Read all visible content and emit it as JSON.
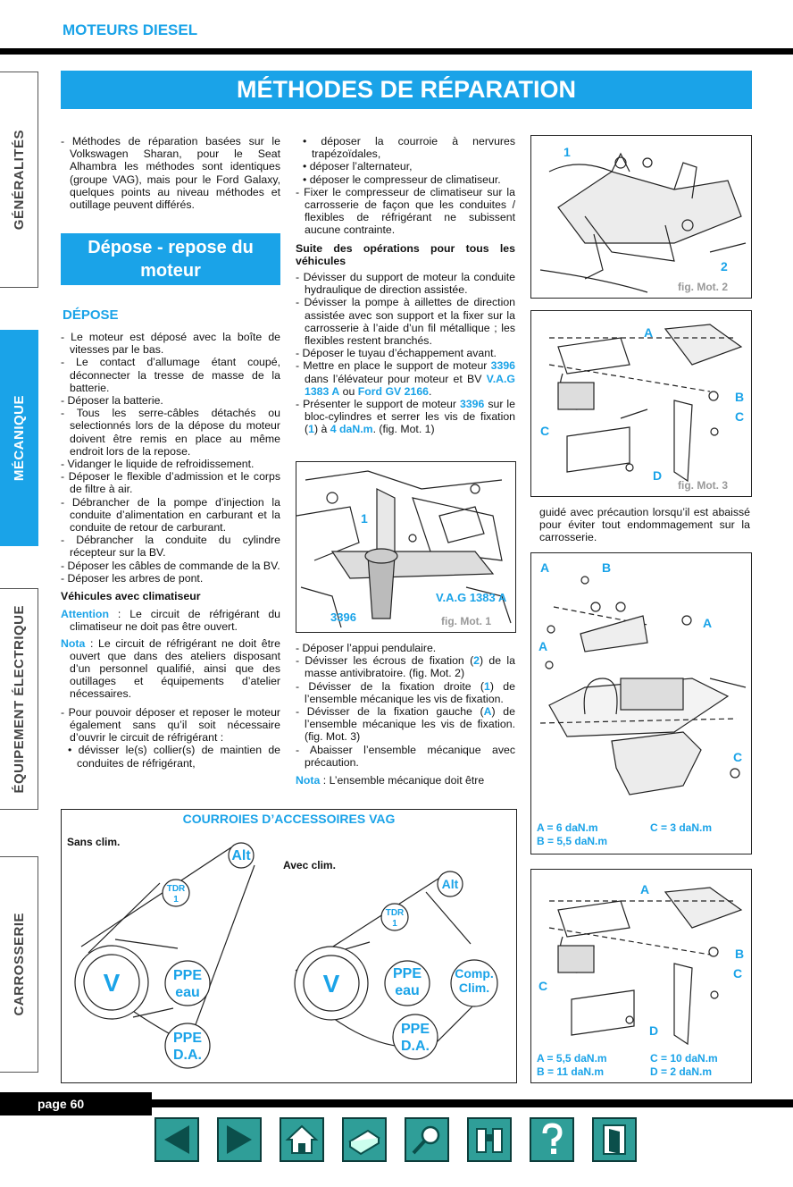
{
  "header": {
    "section": "MOTEURS DIESEL",
    "title": "MÉTHODES DE RÉPARATION",
    "page": "page 60"
  },
  "tabs": [
    "GÉNÉRALITÉS",
    "MÉCANIQUE",
    "ÉQUIPEMENT ÉLECTRIQUE",
    "CARROSSERIE"
  ],
  "col1": {
    "intro": "- Méthodes de réparation basées sur le Volkswagen Sharan, pour le Seat Alhambra les méthodes sont identiques (groupe VAG), mais pour le Ford Galaxy, quelques points au niveau méthodes et outillage peuvent différés.",
    "section_title": "Dépose - repose du moteur",
    "subtitle": "DÉPOSE",
    "steps": [
      "- Le moteur est déposé avec la boîte de vitesses par le bas.",
      "- Le contact d’allumage étant coupé, déconnecter la tresse de masse de la batterie.",
      "- Déposer la batterie.",
      "- Tous les serre-câbles détachés ou selectionnés lors de la dépose du moteur doivent être remis en place au même endroit lors de la repose.",
      "- Vidanger le liquide de refroidissement.",
      "- Déposer le flexible d’admission et le corps de filtre à air.",
      "- Débrancher de la pompe d’injection la conduite d’alimentation en carburant et la conduite de retour de carburant.",
      "- Débrancher la conduite du cylindre récepteur sur la BV.",
      "- Déposer les câbles de commande de la BV.",
      "- Déposer les arbres de pont."
    ],
    "clim_heading": "Véhicules avec climatiseur",
    "attention_label": "Attention",
    "attention_text": " : Le circuit de réfrigérant du climatiseur ne doit pas être ouvert.",
    "nota_label": "Nota",
    "nota_text": " : Le circuit de réfrigérant ne doit être ouvert que dans des ateliers disposant d’un personnel qualifié, ainsi que des outillages et équipements d’atelier nécessaires.",
    "step_clim": "- Pour pouvoir déposer et reposer le moteur également sans qu’il soit nécessaire d’ouvrir le circuit de réfrigérant :",
    "bullet_clim": "• dévisser le(s) collier(s) de maintien de conduites de réfrigérant,"
  },
  "col2": {
    "bullets": [
      "• déposer la courroie à nervures trapézoïdales,",
      "• déposer l’alternateur,",
      "• déposer le compresseur de climatiseur."
    ],
    "fix_step": "- Fixer le compresseur de climatiseur sur la carrosserie de façon que les conduites / flexibles de réfrigérant ne subissent aucune contrainte.",
    "suite_heading": "Suite des opérations pour tous les véhicules",
    "s1": "- Dévisser du support de moteur la conduite hydraulique de direction assistée.",
    "s2": "- Dévisser la pompe à aillettes de direction assistée avec son support et la fixer sur la carrosserie à l’aide d’un fil métallique ; les flexibles restent branchés.",
    "s3": "- Déposer le tuyau d’échappement avant.",
    "s4a": "- Mettre en place le support de moteur ",
    "s4b": "3396",
    "s4c": " dans l’élévateur pour moteur et BV ",
    "s4d": "V.A.G 1383 A",
    "s4e": " ou ",
    "s4f": "Ford GV 2166",
    "s4g": ".",
    "s5a": "- Présenter le support de moteur ",
    "s5b": "3396",
    "s5c": " sur le bloc-cylindres et serrer les vis de fixation (",
    "s5d": "1",
    "s5e": ") à ",
    "s5f": "4 daN.m",
    "s5g": ". (fig. Mot. 1)",
    "t1": "- Déposer l’appui pendulaire.",
    "t2a": "- Dévisser les écrous de fixation (",
    "t2b": "2",
    "t2c": ") de la masse antivibratoire. (fig. Mot. 2)",
    "t3a": "- Dévisser de la fixation droite (",
    "t3b": "1",
    "t3c": ") de l’ensemble mécanique les vis de fixation.",
    "t4a": "- Dévisser de la fixation gauche (",
    "t4b": "A",
    "t4c": ") de l’ensemble mécanique les vis de fixation. (fig. Mot. 3)",
    "t5": "- Abaisser l’ensemble mécanique avec précaution.",
    "nota_label": "Nota",
    "nota_text": " : L’ensemble mécanique doit être"
  },
  "col3": {
    "cont": "guidé avec précaution lorsqu’il est abaissé pour éviter tout endommagement sur la carrosserie."
  },
  "figures": {
    "mot1": {
      "caption": "fig. Mot. 1",
      "c1": "1",
      "tool1": "V.A.G 1383 A",
      "tool2": "3396"
    },
    "mot2": {
      "caption": "fig. Mot. 2",
      "c1": "1",
      "c2": "2"
    },
    "mot3": {
      "caption": "fig. Mot. 3",
      "a": "A",
      "b": "B",
      "c1": "C",
      "c2": "C",
      "d": "D"
    },
    "mot4": {
      "a1": "A",
      "b": "B",
      "a2": "A",
      "a3": "A",
      "c": "C",
      "spec1": "A = 6 daN.m",
      "spec2": "C = 3 daN.m",
      "spec3": "B = 5,5 daN.m"
    },
    "mot5": {
      "a": "A",
      "b": "B",
      "c1": "C",
      "c2": "C",
      "d": "D",
      "spec1": "A = 5,5 daN.m",
      "spec2": "C = 10 daN.m",
      "spec3": "B = 11 daN.m",
      "spec4": "D = 2 daN.m"
    }
  },
  "belts": {
    "title": "COURROIES D’ACCESSOIRES VAG",
    "sans": {
      "label": "Sans clim.",
      "alt": "Alt",
      "tdr1": "TDR",
      "tdr2": "1",
      "v": "V",
      "ppe1a": "PPE",
      "ppe1b": "eau",
      "ppe2a": "PPE",
      "ppe2b": "D.A."
    },
    "avec": {
      "label": "Avec clim.",
      "alt": "Alt",
      "tdr1": "TDR",
      "tdr2": "1",
      "v": "V",
      "ppe1a": "PPE",
      "ppe1b": "eau",
      "comp1": "Comp.",
      "comp2": "Clim.",
      "ppe2a": "PPE",
      "ppe2b": "D.A."
    }
  },
  "nav": [
    "previous-page",
    "next-page",
    "home",
    "print",
    "search",
    "binoculars",
    "help",
    "exit"
  ]
}
